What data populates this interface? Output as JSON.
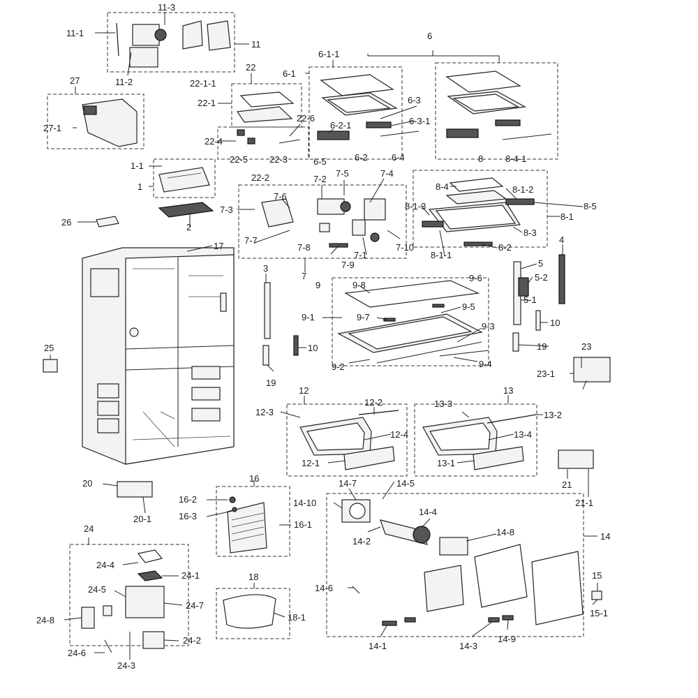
{
  "labels": {
    "l1": "1",
    "l1_1": "1-1",
    "l2": "2",
    "l3": "3",
    "l4": "4",
    "l5": "5",
    "l5_1": "5-1",
    "l5_2": "5-2",
    "l6": "6",
    "l6_1": "6-1",
    "l6_1_1": "6-1-1",
    "l6_2": "6-2",
    "l6_2_1": "6-2-1",
    "l6_3": "6-3",
    "l6_3_1": "6-3-1",
    "l6_4": "6-4",
    "l6_5": "6-5",
    "l7": "7",
    "l7_1": "7-1",
    "l7_2": "7-2",
    "l7_3": "7-3",
    "l7_4": "7-4",
    "l7_5": "7-5",
    "l7_6": "7-6",
    "l7_7": "7-7",
    "l7_8": "7-8",
    "l7_9": "7-9",
    "l7_10": "7-10",
    "l8": "8",
    "l8_1": "8-1",
    "l8_1_1": "8-1-1",
    "l8_1_2": "8-1-2",
    "l8_1_3": "8-1-3",
    "l8_2": "8-2",
    "l8_3": "8-3",
    "l8_4": "8-4",
    "l8_4_1": "8-4-1",
    "l8_5": "8-5",
    "l9": "9",
    "l9_1": "9-1",
    "l9_2": "9-2",
    "l9_3": "9-3",
    "l9_4": "9-4",
    "l9_5": "9-5",
    "l9_6": "9-6",
    "l9_7": "9-7",
    "l9_8": "9-8",
    "l10a": "10",
    "l10b": "10",
    "l11": "11",
    "l11_1": "11-1",
    "l11_2": "11-2",
    "l11_3": "11-3",
    "l12": "12",
    "l12_1": "12-1",
    "l12_2": "12-2",
    "l12_3": "12-3",
    "l12_4": "12-4",
    "l13": "13",
    "l13_1": "13-1",
    "l13_2": "13-2",
    "l13_3": "13-3",
    "l13_4": "13-4",
    "l14": "14",
    "l14_1": "14-1",
    "l14_2": "14-2",
    "l14_3": "14-3",
    "l14_4": "14-4",
    "l14_5": "14-5",
    "l14_6": "14-6",
    "l14_7": "14-7",
    "l14_8": "14-8",
    "l14_9": "14-9",
    "l14_10": "14-10",
    "l15": "15",
    "l15_1": "15-1",
    "l16": "16",
    "l16_1": "16-1",
    "l16_2": "16-2",
    "l16_3": "16-3",
    "l17": "17",
    "l18": "18",
    "l18_1": "18-1",
    "l19a": "19",
    "l19b": "19",
    "l20": "20",
    "l20_1": "20-1",
    "l21": "21",
    "l21_1": "21-1",
    "l22": "22",
    "l22_1": "22-1",
    "l22_1_1": "22-1-1",
    "l22_2": "22-2",
    "l22_3": "22-3",
    "l22_4": "22-4",
    "l22_5": "22-5",
    "l22_6": "22-6",
    "l23": "23",
    "l23_1": "23-1",
    "l24": "24",
    "l24_1": "24-1",
    "l24_2": "24-2",
    "l24_3": "24-3",
    "l24_4": "24-4",
    "l24_5": "24-5",
    "l24_6": "24-6",
    "l24_7": "24-7",
    "l24_8": "24-8",
    "l25": "25",
    "l26": "26",
    "l27": "27",
    "l27_1": "27-1"
  }
}
